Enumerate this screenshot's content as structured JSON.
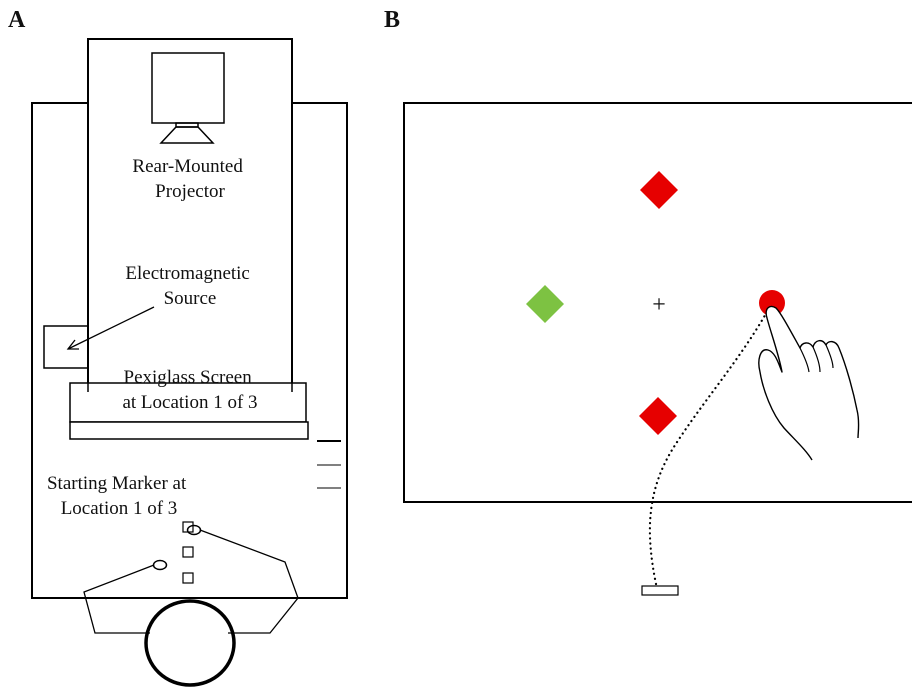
{
  "panel_a": {
    "letter": "A",
    "projector_label": [
      "Rear-Mounted",
      "Projector"
    ],
    "source_label": [
      "Electromagnetic",
      "Source"
    ],
    "screen_label": [
      "Pexiglass Screen",
      "at Location 1 of 3"
    ],
    "marker_label": [
      "Starting Marker at",
      "Location 1 of 3"
    ]
  },
  "panel_b": {
    "letter": "B",
    "fixation_symbol": "+"
  },
  "colors": {
    "red_target": "#e60000",
    "green_target": "#7dc242",
    "stroke": "#000000"
  },
  "icons": [
    "projector-icon",
    "hand-icon",
    "touch-point-icon",
    "start-marker-icon"
  ]
}
